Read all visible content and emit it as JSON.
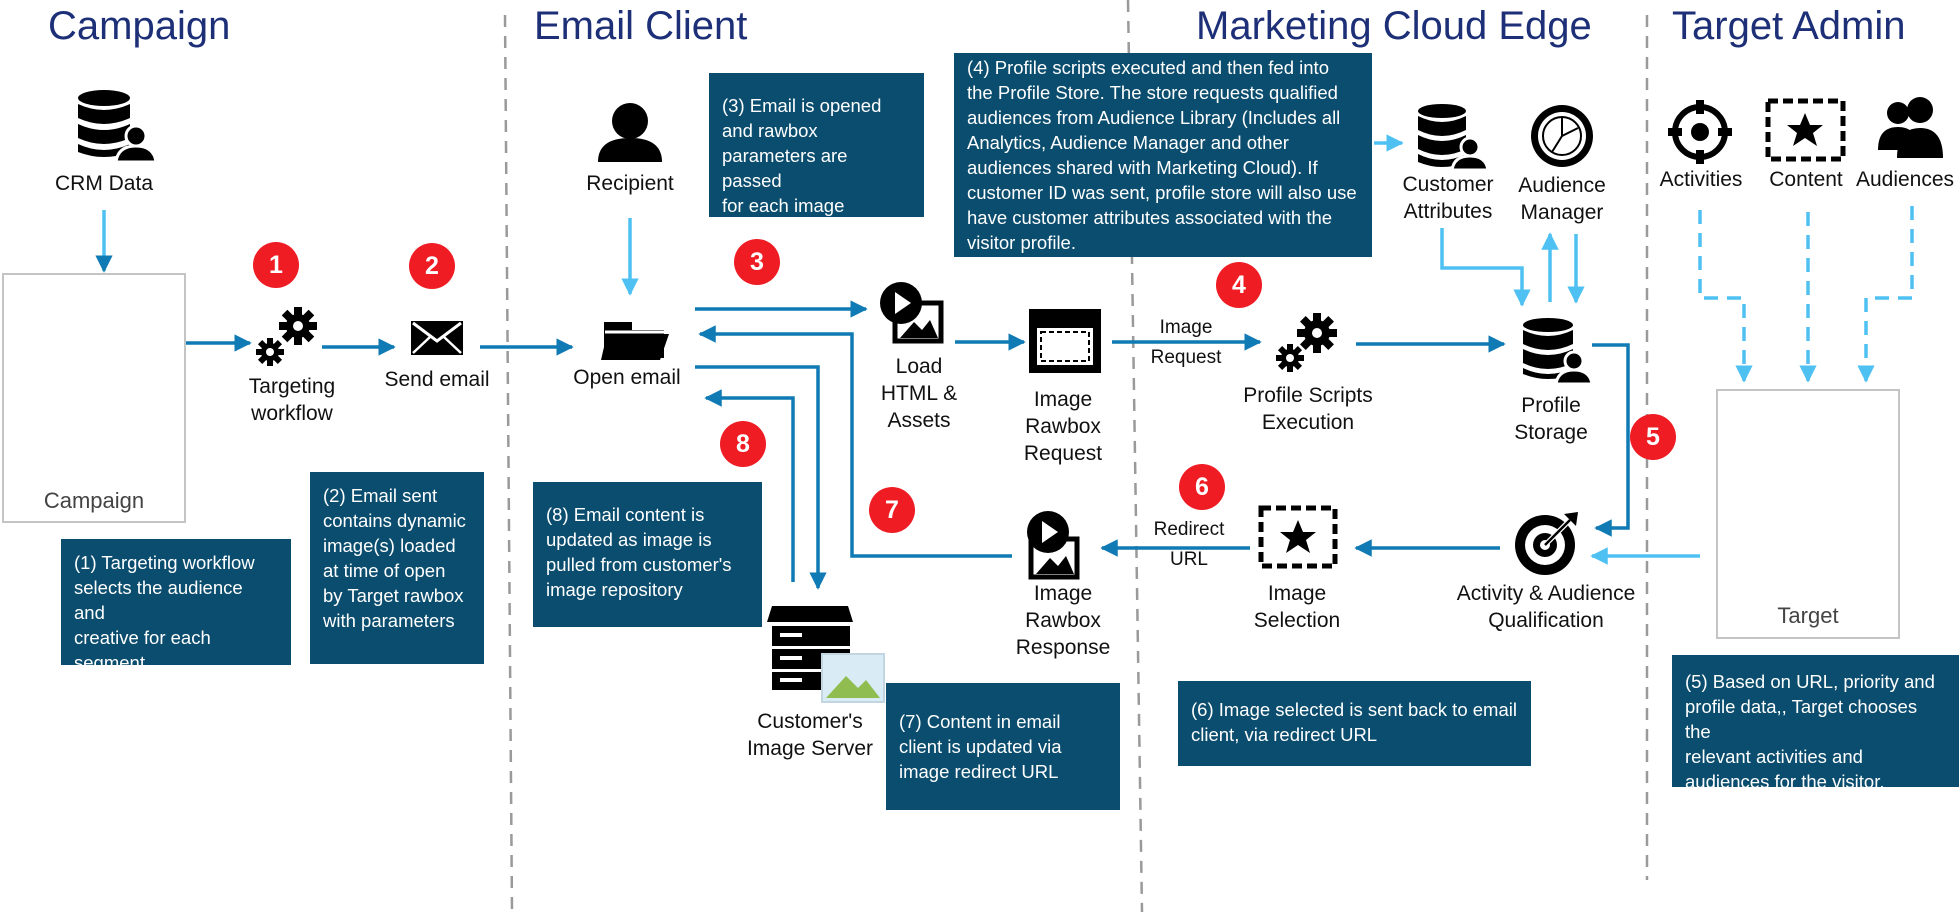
{
  "lanes": {
    "campaign": "Campaign",
    "email_client": "Email Client",
    "edge": "Marketing Cloud Edge",
    "target_admin": "Target Admin"
  },
  "nodes": {
    "crm_data": "CRM Data",
    "campaign_box": "Campaign",
    "targeting_workflow": [
      "Targeting",
      "workflow"
    ],
    "send_email": "Send email",
    "recipient": "Recipient",
    "open_email": "Open email",
    "load_html": [
      "Load",
      "HTML &",
      "Assets"
    ],
    "image_rawbox_request": [
      "Image",
      "Rawbox",
      "Request"
    ],
    "image_request_label": [
      "Image",
      "Request"
    ],
    "profile_scripts": [
      "Profile Scripts",
      "Execution"
    ],
    "customer_attributes": [
      "Customer",
      "Attributes"
    ],
    "audience_manager": [
      "Audience",
      "Manager"
    ],
    "profile_storage": [
      "Profile",
      "Storage"
    ],
    "activities": "Activities",
    "content": "Content",
    "audiences": "Audiences",
    "target_box": "Target",
    "activity_qualification": [
      "Activity & Audience",
      "Qualification"
    ],
    "image_selection": [
      "Image",
      "Selection"
    ],
    "redirect_url_label": [
      "Redirect",
      "URL"
    ],
    "image_rawbox_response": [
      "Image",
      "Rawbox",
      "Response"
    ],
    "image_server": [
      "Customer's",
      "Image Server"
    ]
  },
  "notes": {
    "n1": [
      "(1) Targeting workflow",
      "selects the audience and",
      "creative for each",
      "segment"
    ],
    "n2": [
      "(2) Email sent",
      "contains dynamic",
      "image(s) loaded",
      "at time of open",
      "by Target rawbox",
      "with parameters"
    ],
    "n3": [
      "(3) Email is opened",
      "and rawbox",
      "parameters are passed",
      "for each image"
    ],
    "n4": [
      "(4)  Profile scripts executed and then fed into",
      "the Profile Store. The store requests qualified",
      "audiences from Audience Library (Includes all",
      "Analytics, Audience Manager and other",
      "audiences shared with Marketing Cloud). If",
      "customer ID was sent, profile store will also use",
      "have customer attributes associated with the",
      "visitor profile."
    ],
    "n5": [
      "(5) Based on URL, priority and",
      "profile data,, Target chooses the",
      "relevant activities and",
      "audiences for the visitor."
    ],
    "n6": [
      "(6) Image selected is sent back to email",
      "client, via redirect URL"
    ],
    "n7": [
      "(7) Content in email",
      "client is updated via",
      "image redirect URL"
    ],
    "n8": [
      "(8) Email content is",
      "updated as image is",
      "pulled from customer's",
      "image repository"
    ]
  },
  "badges": [
    "1",
    "2",
    "3",
    "4",
    "5",
    "6",
    "7",
    "8"
  ],
  "colors": {
    "lane_title": "#1c2f77",
    "note_bg": "#0b4d6e",
    "badge": "#ef1c24",
    "flow_arrow": "#0f7ab3",
    "feed_arrow": "#4ec1f2",
    "icon": "#000000"
  }
}
